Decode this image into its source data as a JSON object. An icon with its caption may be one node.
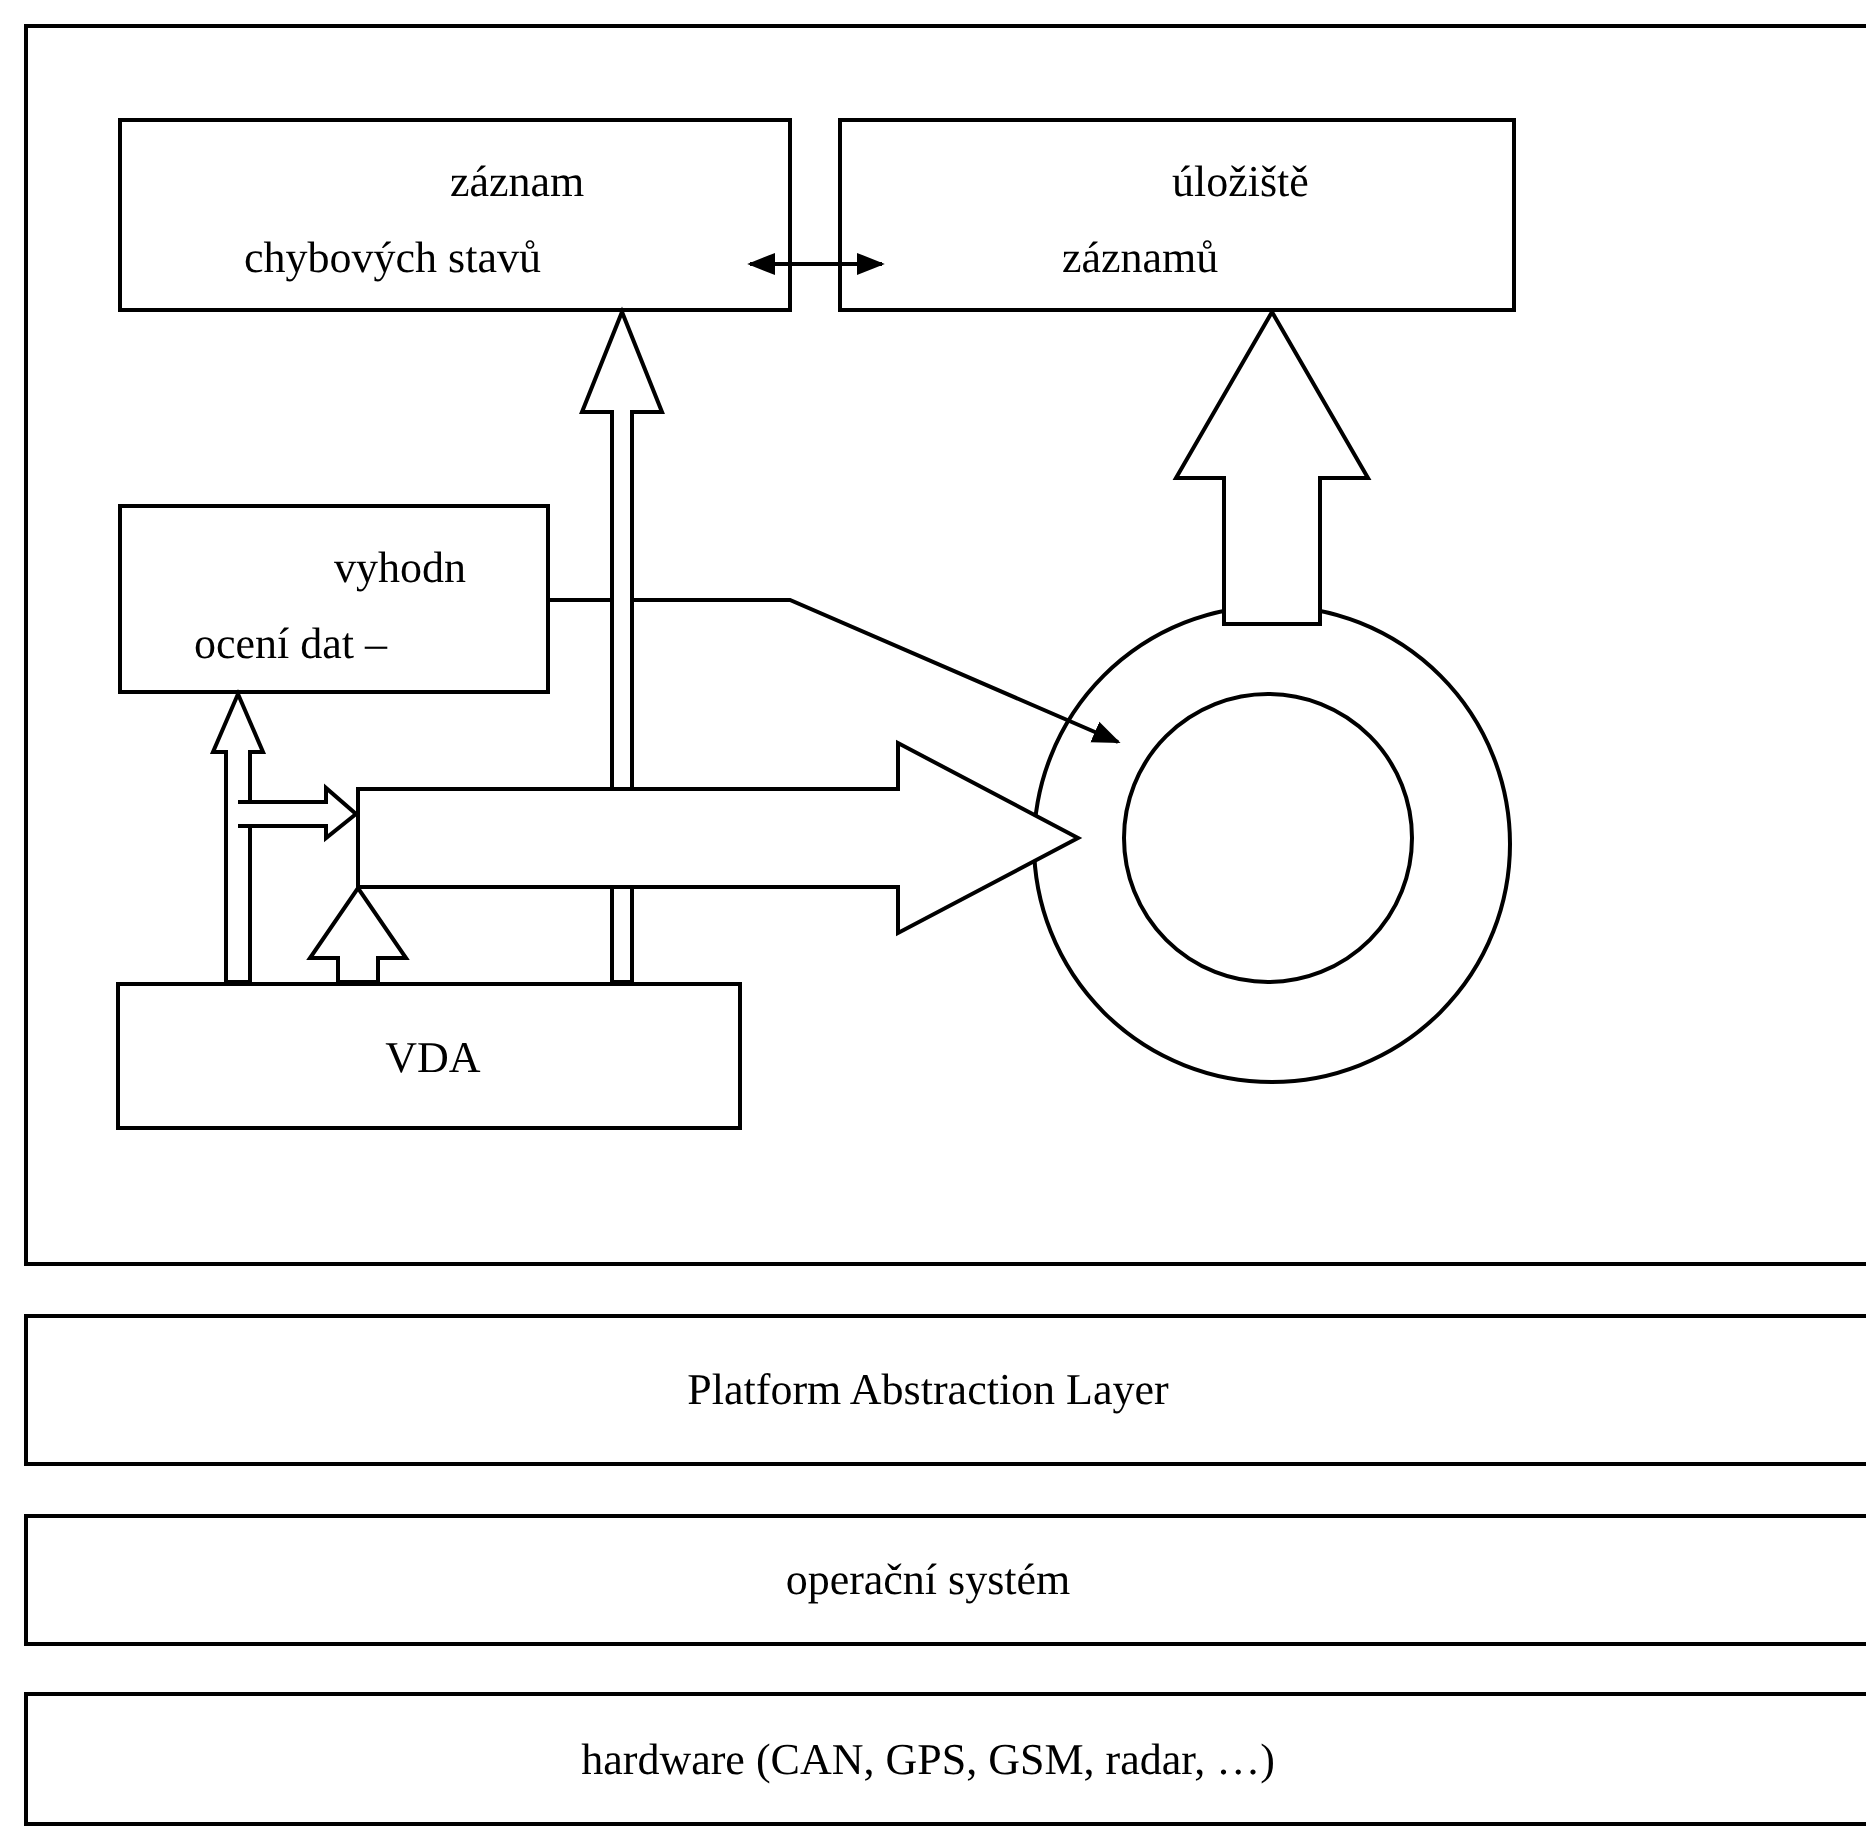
{
  "diagram": {
    "nodes": [
      {
        "text": [],
        "shape": "box"
      },
      {
        "text": [
          "záznam chybových stavů"
        ],
        "in": 0
      },
      {
        "text": [
          "úložiště záznamů"
        ],
        "in": 0
      },
      {
        "text": [
          "vyhodn ocení dat –"
        ],
        "in": 0
      },
      {
        "text": [
          "VDA"
        ],
        "in": 0
      },
      {
        "text": [],
        "shape": "circle",
        "in": 0
      },
      {
        "text": [],
        "shape": "circle",
        "in": 5
      },
      {
        "text": [
          "Platform Abstraction Layer"
        ]
      },
      {
        "text": [
          "operační systém"
        ]
      },
      {
        "text": [
          "hardware (CAN, GPS, GSM, radar, …)"
        ]
      }
    ],
    "edges": [
      {
        "from": 1,
        "to": 2,
        "arrow": "both"
      },
      {
        "from": 4,
        "to": 1,
        "arrow": "to",
        "style": "thick"
      },
      {
        "from": 4,
        "to": 3,
        "arrow": "to",
        "style": "thick"
      },
      {
        "from": 4,
        "to": 5,
        "arrow": "to",
        "style": "thick"
      },
      {
        "from": 3,
        "to": 5,
        "arrow": "to"
      },
      {
        "from": 5,
        "to": 2,
        "arrow": "to",
        "style": "thick"
      },
      {
        "from": 4,
        "to": null,
        "arrow": "to",
        "style": "thick"
      }
    ]
  }
}
